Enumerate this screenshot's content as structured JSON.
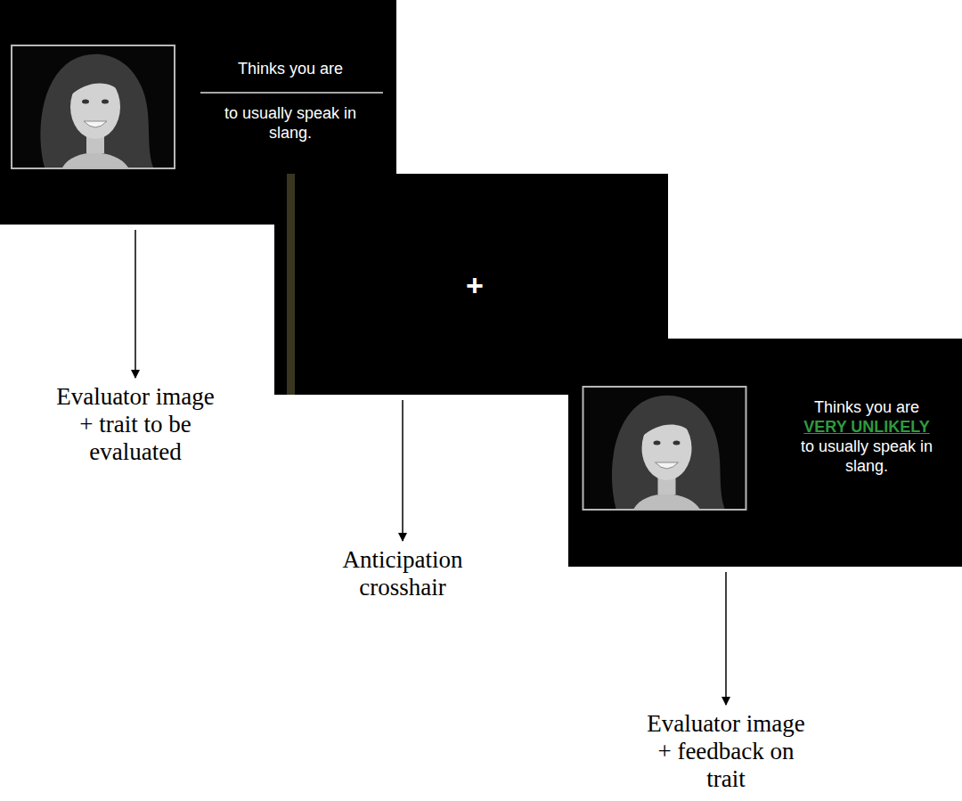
{
  "diagram": {
    "nodes": [
      {
        "text": [
          "Thinks you are",
          "to usually speak in slang."
        ]
      },
      {
        "text": [
          "+"
        ]
      },
      {
        "text": [
          "Thinks you are",
          "VERY UNLIKELY",
          "to usually speak in slang."
        ]
      },
      {
        "text": [
          "Evaluator image + trait to be evaluated"
        ]
      },
      {
        "text": [
          "Anticipation crosshair"
        ]
      },
      {
        "text": [
          "Evaluator image + feedback on trait"
        ]
      }
    ],
    "edges": [
      {
        "from": 0,
        "to": 3,
        "arrow": "to"
      },
      {
        "from": 1,
        "to": 4,
        "arrow": "to"
      },
      {
        "from": 2,
        "to": 5,
        "arrow": "to"
      }
    ]
  }
}
